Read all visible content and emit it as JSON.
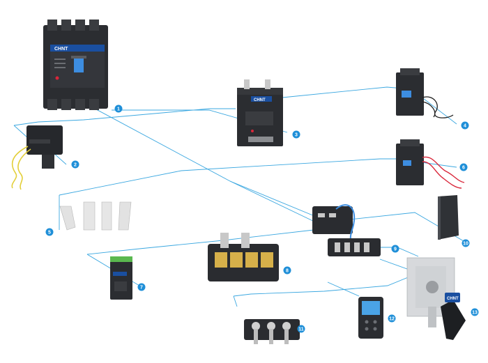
{
  "brand": "CHNT",
  "colors": {
    "line": "#3aa7e0",
    "badge": "#1f8fd8",
    "device_dark": "#2b2d31",
    "brand_blue": "#1a4fa0",
    "handle_blue": "#3d8de0",
    "copper": "#c8c8c8",
    "wire_yellow": "#e3cf3a",
    "wire_red": "#d9263a",
    "metal": "#d7d9dc"
  },
  "parts": [
    {
      "number": "1",
      "icon": "molded-case-circuit-breaker-icon"
    },
    {
      "number": "2",
      "icon": "shunt-release-icon"
    },
    {
      "number": "3",
      "icon": "motor-operating-mechanism-icon"
    },
    {
      "number": "4",
      "icon": "auxiliary-contact-icon"
    },
    {
      "number": "5",
      "icon": "terminal-extension-plates-icon"
    },
    {
      "number": "6",
      "icon": "alarm-contact-icon"
    },
    {
      "number": "7",
      "icon": "din-rail-module-icon"
    },
    {
      "number": "8",
      "icon": "terminal-cover-icon"
    },
    {
      "number": "9",
      "icon": "plug-in-base-icon"
    },
    {
      "number": "10",
      "icon": "phase-barrier-icon"
    },
    {
      "number": "11",
      "icon": "rear-terminal-block-icon"
    },
    {
      "number": "12",
      "icon": "handheld-controller-icon"
    },
    {
      "number": "13",
      "icon": "rotary-handle-mechanism-icon"
    }
  ]
}
